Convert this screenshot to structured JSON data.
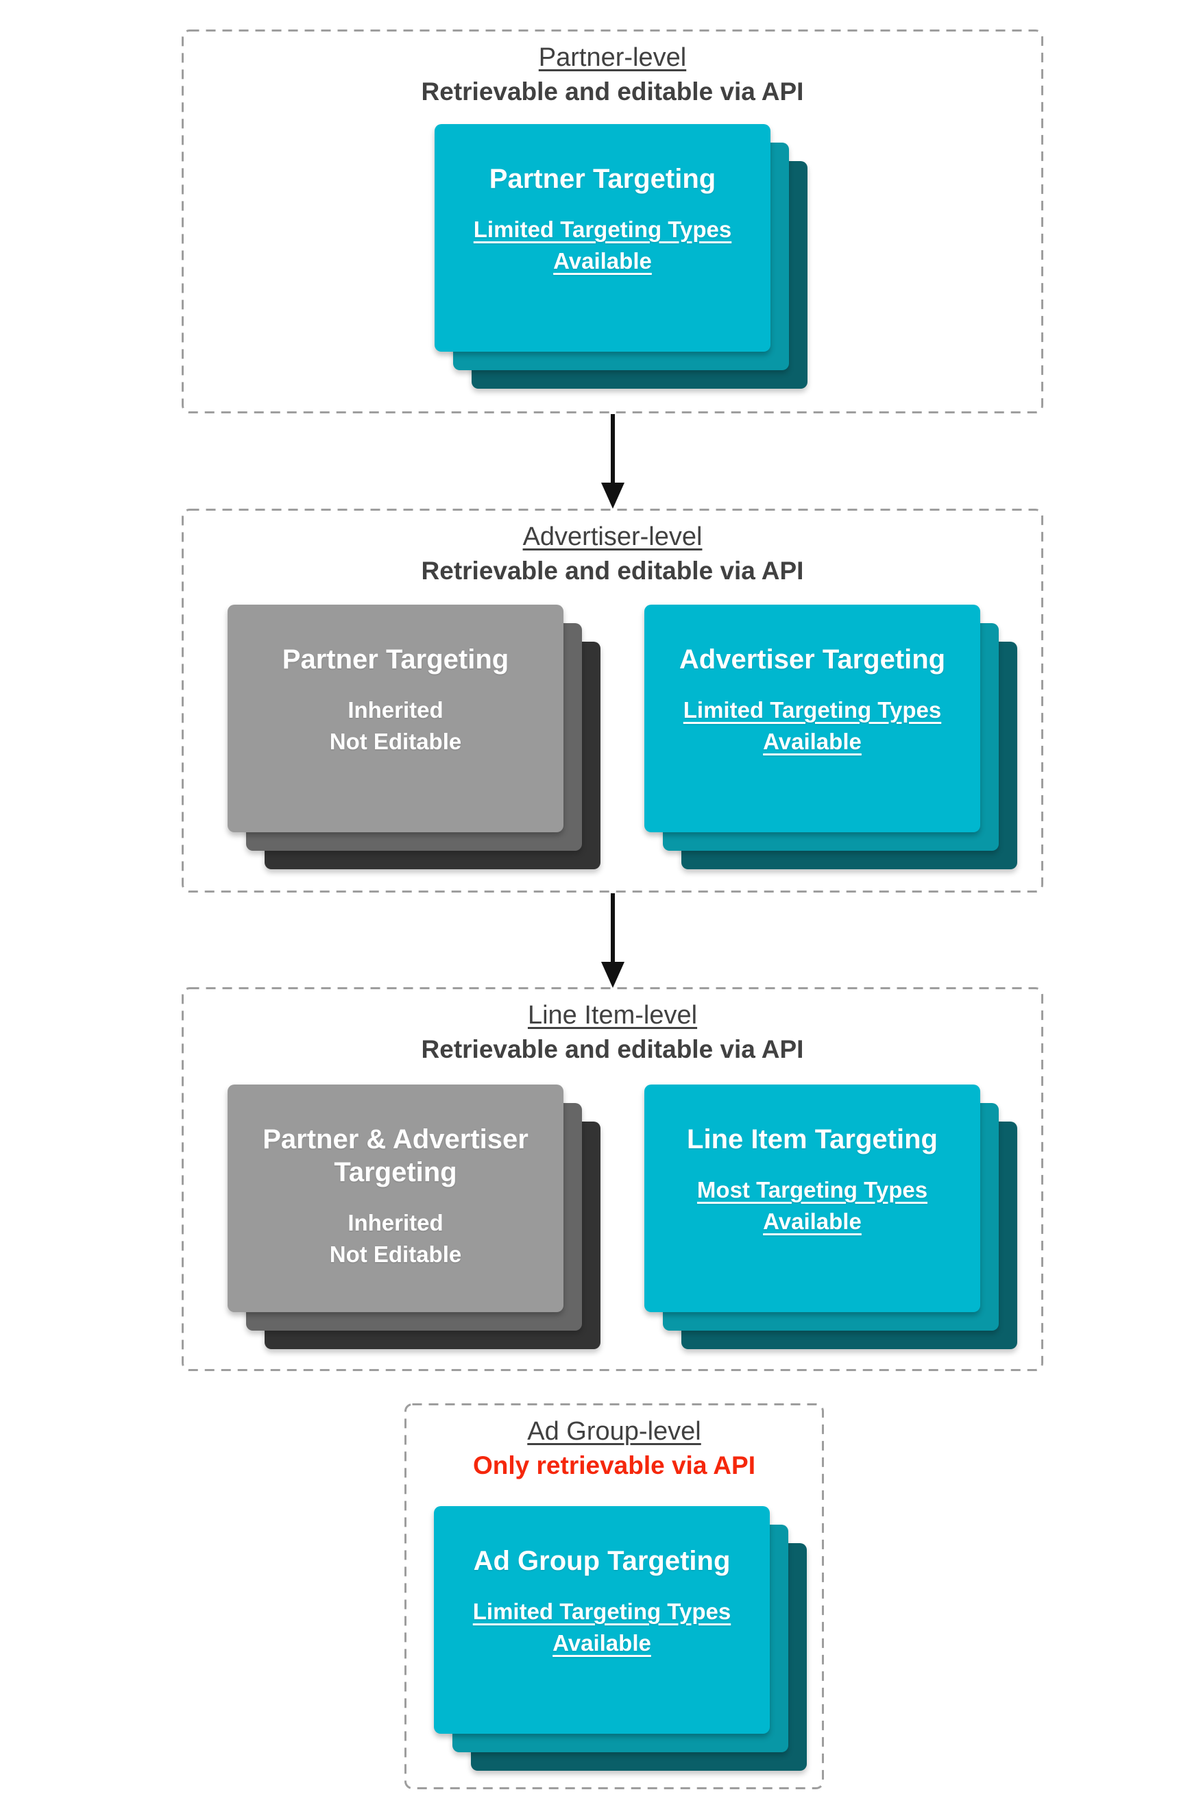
{
  "palette": {
    "teal_card": "#00b7cf",
    "teal_shadow_mid": "#0897a6",
    "teal_shadow_dark": "#0a5f68",
    "gray_card": "#9a9a9a",
    "gray_shadow_mid": "#666666",
    "gray_shadow_dark": "#333333",
    "heading_text": "#414141",
    "restricted_red": "#f5270b",
    "dashed_border": "#9e9e9e",
    "card_text": "#ffffff"
  },
  "sections": [
    {
      "level_title": "Partner-level",
      "api_note": "Retrievable and editable via API",
      "cards": [
        {
          "variant": "teal",
          "title": "Partner Targeting",
          "subtitle": "Limited Targeting Types\nAvailable",
          "underlined": true
        }
      ]
    },
    {
      "level_title": "Advertiser-level",
      "api_note": "Retrievable and editable via API",
      "cards": [
        {
          "variant": "gray",
          "title": "Partner Targeting",
          "subtitle": "Inherited\nNot Editable",
          "underlined": false
        },
        {
          "variant": "teal",
          "title": "Advertiser Targeting",
          "subtitle": "Limited Targeting Types\nAvailable",
          "underlined": true
        }
      ]
    },
    {
      "level_title": "Line Item-level",
      "api_note": "Retrievable and editable via API",
      "cards": [
        {
          "variant": "gray",
          "title": "Partner & Advertiser\nTargeting",
          "subtitle": "Inherited\nNot Editable",
          "underlined": false
        },
        {
          "variant": "teal",
          "title": "Line Item Targeting",
          "subtitle": "Most Targeting Types\nAvailable",
          "underlined": true
        }
      ]
    },
    {
      "level_title": "Ad Group-level",
      "api_note": "Only retrievable via API",
      "cards": [
        {
          "variant": "teal",
          "title": "Ad Group Targeting",
          "subtitle": "Limited Targeting Types\nAvailable",
          "underlined": true
        }
      ]
    }
  ]
}
